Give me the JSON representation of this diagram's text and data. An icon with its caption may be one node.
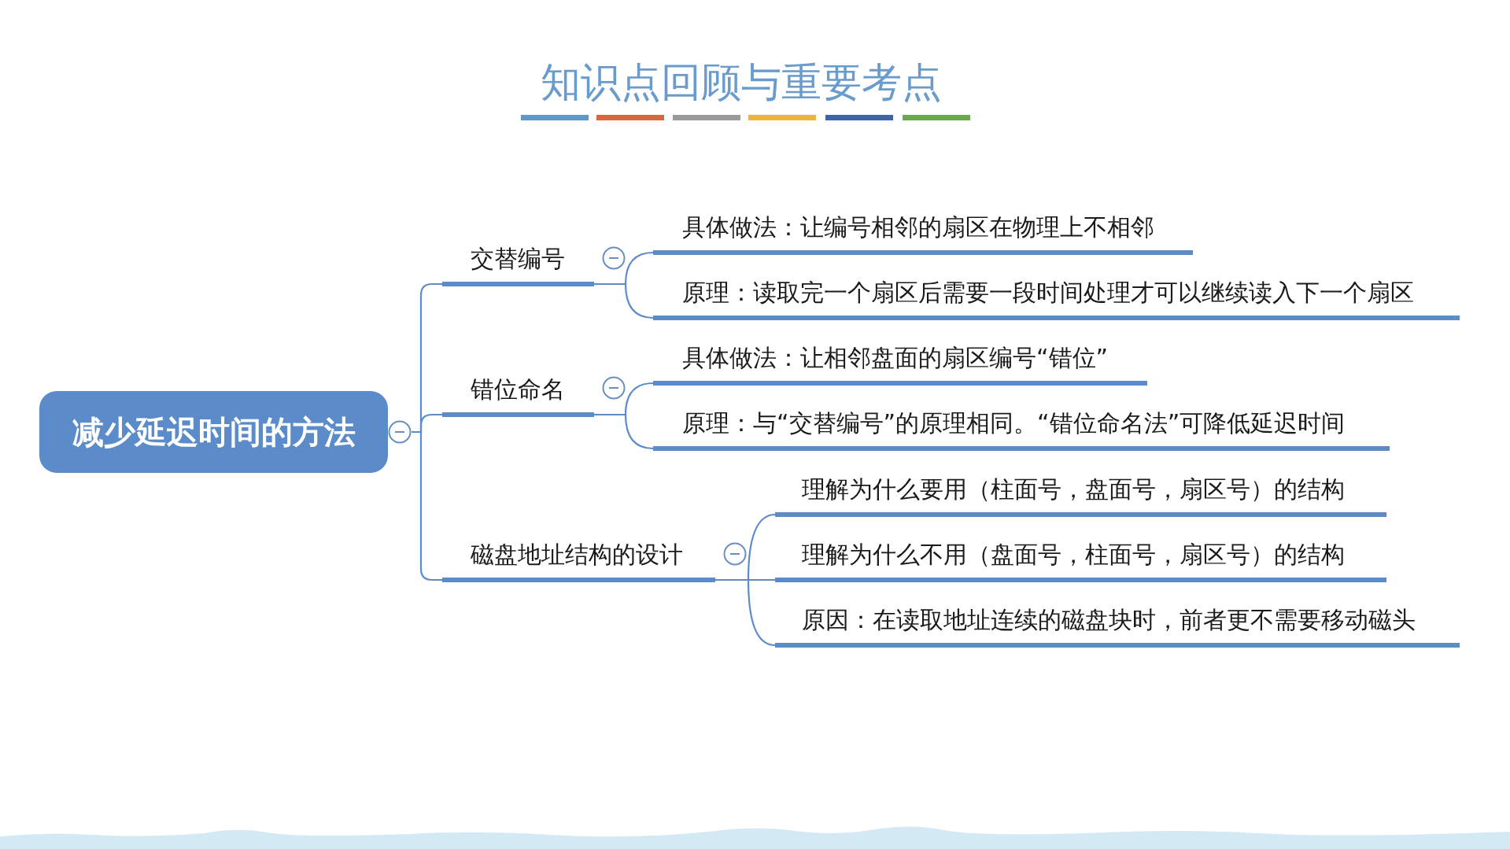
{
  "diagram": {
    "title": "知识点回顾与重要考点",
    "nodes": [
      {
        "text": [
          "减少延迟时间的方法"
        ]
      },
      {
        "text": [
          "交替编号"
        ]
      },
      {
        "text": [
          "具体做法：让编号相邻的扇区在物理上不相邻"
        ]
      },
      {
        "text": [
          "原理：读取完一个扇区后需要一段时间处理才可以继续读入下一个扇区"
        ]
      },
      {
        "text": [
          "错位命名"
        ]
      },
      {
        "text": [
          "具体做法：让相邻盘面的扇区编号“错位”"
        ]
      },
      {
        "text": [
          "原理：与“交替编号”的原理相同。“错位命名法”可降低延迟时间"
        ]
      },
      {
        "text": [
          "磁盘地址结构的设计"
        ]
      },
      {
        "text": [
          "理解为什么要用（柱面号，盘面号，扇区号）的结构"
        ]
      },
      {
        "text": [
          "理解为什么不用（盘面号，柱面号，扇区号）的结构"
        ]
      },
      {
        "text": [
          "原因：在读取地址连续的磁盘块时，前者更不需要移动磁头"
        ]
      }
    ],
    "edges": [
      {
        "from": 0,
        "to": 1,
        "arrow": "none"
      },
      {
        "from": 0,
        "to": 4,
        "arrow": "none"
      },
      {
        "from": 0,
        "to": 7,
        "arrow": "none"
      },
      {
        "from": 1,
        "to": 2,
        "arrow": "none"
      },
      {
        "from": 1,
        "to": 3,
        "arrow": "none"
      },
      {
        "from": 4,
        "to": 5,
        "arrow": "none"
      },
      {
        "from": 4,
        "to": 6,
        "arrow": "none"
      },
      {
        "from": 7,
        "to": 8,
        "arrow": "none"
      },
      {
        "from": 7,
        "to": 9,
        "arrow": "none"
      },
      {
        "from": 7,
        "to": 10,
        "arrow": "none"
      }
    ]
  }
}
